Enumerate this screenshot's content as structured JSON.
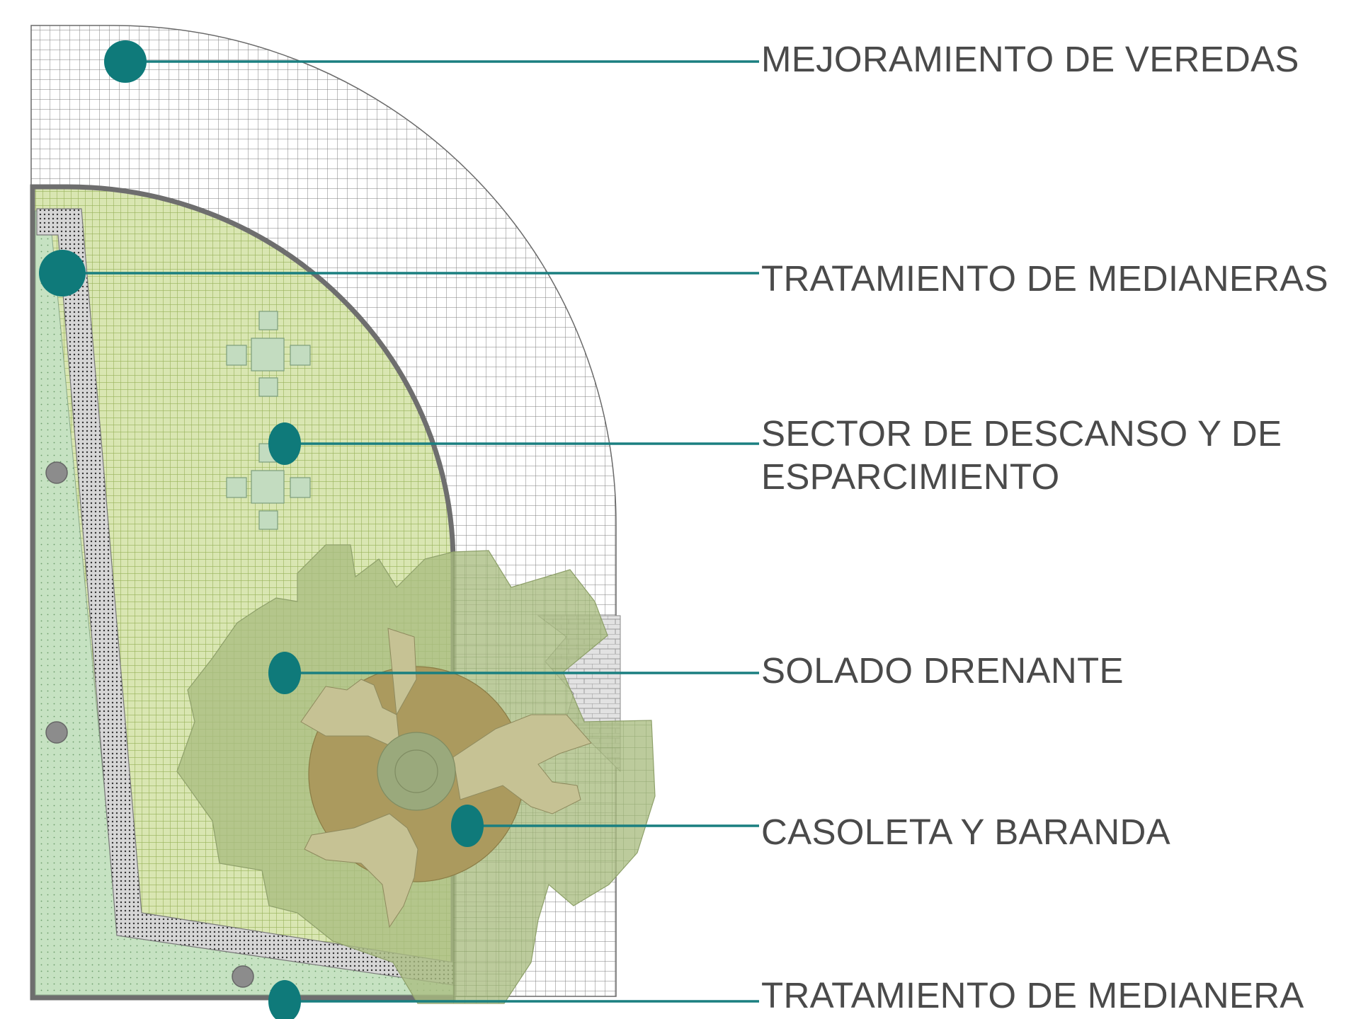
{
  "labels": {
    "veredas": "MEJORAMIENTO DE VEREDAS",
    "medianeras": "TRATAMIENTO DE MEDIANERAS",
    "descanso_line1": "SECTOR DE DESCANSO Y DE",
    "descanso_line2": "ESPARCIMIENTO",
    "solado": "SOLADO DRENANTE",
    "casoleta": "CASOLETA Y BARANDA",
    "medianera": "TRATAMIENTO DE MEDIANERA"
  },
  "colors": {
    "marker": "#0f7a7a",
    "leader": "#1a7f80",
    "grid_sidewalk": "#8a8a8a",
    "grass": "#bcd39a",
    "light_green": "#c8e3c4",
    "tree_canopy": "#a9bd80",
    "tree_circle": "#a89a5c",
    "text": "#4a4a4a"
  }
}
